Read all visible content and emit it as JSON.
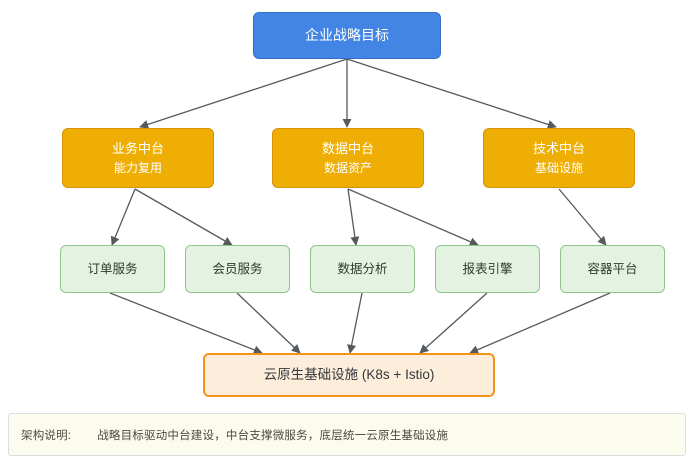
{
  "diagram": {
    "nodes": {
      "goal": {
        "label": "企业战略目标"
      },
      "middle": [
        {
          "id": "business",
          "line1": "业务中台",
          "line2": "能力复用"
        },
        {
          "id": "data",
          "line1": "数据中台",
          "line2": "数据资产"
        },
        {
          "id": "tech",
          "line1": "技术中台",
          "line2": "基础设施"
        }
      ],
      "services": [
        {
          "id": "order",
          "label": "订单服务"
        },
        {
          "id": "member",
          "label": "会员服务"
        },
        {
          "id": "analytics",
          "label": "数据分析"
        },
        {
          "id": "report",
          "label": "报表引擎"
        },
        {
          "id": "container",
          "label": "容器平台"
        }
      ],
      "base": {
        "label": "云原生基础设施 (K8s + Istio)"
      }
    }
  },
  "footer": {
    "label": "架构说明:",
    "text": "战略目标驱动中台建设，中台支撑微服务，底层统一云原生基础设施"
  },
  "colors": {
    "goal_fill": "#4285e4",
    "goal_text": "#ffffff",
    "middle_fill": "#efae04",
    "middle_text": "#ffffff",
    "service_fill": "#e3f2e1",
    "service_border": "#8fc58c",
    "base_fill": "#fdeedb",
    "base_border": "#f5921e",
    "edge": "#555a5e",
    "footer_fill": "#fbfbee"
  }
}
